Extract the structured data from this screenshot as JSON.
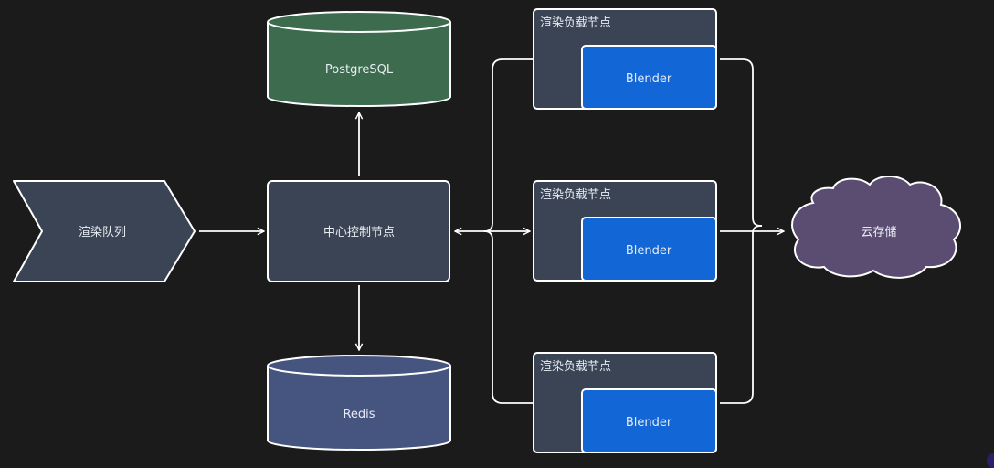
{
  "diagram": {
    "title": "",
    "colors": {
      "background": "#1b1b1b",
      "stroke": "#ffffff",
      "node_dark": "#3a4454",
      "postgres": "#3d6b4e",
      "redis": "#465480",
      "blender": "#1366d6",
      "cloud": "#5b4d71"
    },
    "nodes": {
      "queue": {
        "label": "渲染队列",
        "shape": "chevron"
      },
      "controller": {
        "label": "中心控制节点",
        "shape": "rounded-rect"
      },
      "postgres": {
        "label": "PostgreSQL",
        "shape": "cylinder"
      },
      "redis": {
        "label": "Redis",
        "shape": "cylinder"
      },
      "workers": [
        {
          "title": "渲染负载节点",
          "inner": "Blender"
        },
        {
          "title": "渲染负载节点",
          "inner": "Blender"
        },
        {
          "title": "渲染负载节点",
          "inner": "Blender"
        }
      ],
      "storage": {
        "label": "云存储",
        "shape": "cloud"
      }
    },
    "edges": [
      {
        "from": "queue",
        "to": "controller",
        "direction": "forward"
      },
      {
        "from": "controller",
        "to": "postgres",
        "direction": "forward"
      },
      {
        "from": "controller",
        "to": "redis",
        "direction": "forward"
      },
      {
        "from": "controller",
        "to": "workers",
        "direction": "bidirectional"
      },
      {
        "from": "workers",
        "to": "storage",
        "direction": "forward"
      }
    ]
  }
}
